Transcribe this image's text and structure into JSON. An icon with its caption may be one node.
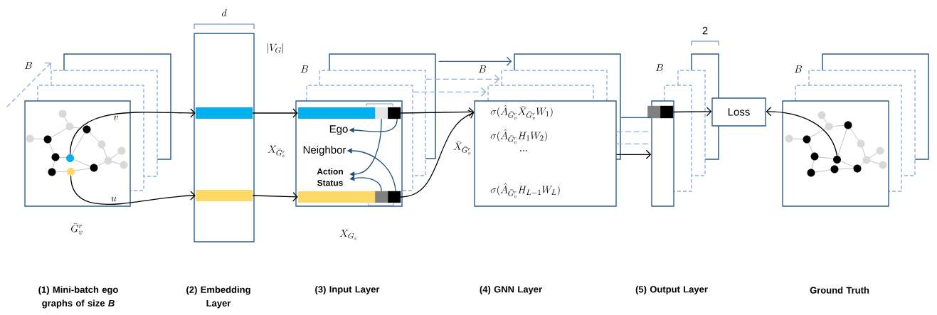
{
  "diagram": {
    "nodes": [
      {
        "text": [],
        "shape": "box",
        "beside": [
          "\\bar{G}_v^r"
        ]
      },
      {
        "text": [],
        "shape": "circle",
        "in": 0
      },
      {
        "text": [],
        "shape": "circle",
        "in": 0
      },
      {
        "text": [],
        "shape": "box"
      },
      {
        "text": [],
        "shape": "bar",
        "in": 3
      },
      {
        "text": [],
        "shape": "bar",
        "in": 3
      },
      {
        "text": [],
        "shape": "box",
        "beside": [
          "X_{G_v}"
        ]
      },
      {
        "text": [],
        "shape": "bar",
        "in": 6
      },
      {
        "text": [],
        "shape": "bar",
        "in": 6
      },
      {
        "text": [
          "Ego"
        ],
        "in": 6
      },
      {
        "text": [
          "Neighbor"
        ],
        "in": 6
      },
      {
        "text": [
          "Action Status"
        ],
        "in": 6
      },
      {
        "text": [
          "\\sigma(\\hat{A}_{\\bar{G}_v^r}\\bar{X}_{\\bar{G}_v^r}W_1)",
          "\\sigma(\\hat{A}_{\\bar{G}_v^r}H_1W_2)",
          "...",
          "\\sigma(\\hat{A}_{\\bar{G}_v^r}H_{L-1}W_L)"
        ]
      },
      {
        "text": [],
        "shape": "box"
      },
      {
        "text": [],
        "shape": "bar",
        "in": 13
      },
      {
        "text": [
          "Loss"
        ]
      },
      {
        "text": [],
        "shape": "box"
      },
      {
        "text": [],
        "shape": "circle",
        "in": 16
      }
    ],
    "edges": [
      {
        "from": 1,
        "to": 4,
        "arrow": "to",
        "label": "v"
      },
      {
        "from": 2,
        "to": 5,
        "arrow": "to",
        "label": "u"
      },
      {
        "from": 4,
        "to": 7,
        "arrow": "to"
      },
      {
        "from": 5,
        "to": 8,
        "arrow": "to"
      },
      {
        "from": 7,
        "to": 9,
        "arrow": "to",
        "color": "#1f4e79"
      },
      {
        "from": 7,
        "to": 11,
        "arrow": "to",
        "color": "#1f4e79"
      },
      {
        "from": 8,
        "to": 11,
        "arrow": "to",
        "color": "#1f4e79"
      },
      {
        "from": 8,
        "to": 10,
        "arrow": "to",
        "color": "#1f4e79"
      },
      {
        "from": 7,
        "to": 12,
        "arrow": "to"
      },
      {
        "from": 8,
        "to": 12,
        "arrow": "to",
        "label": "\\bar{X}_{\\bar{G}_v^r}"
      },
      {
        "from": 12,
        "to": 13,
        "arrow": "to"
      },
      {
        "from": 14,
        "to": 15,
        "arrow": "to"
      },
      {
        "from": 17,
        "to": 15,
        "arrow": "to"
      },
      {
        "from": 6,
        "to": 12,
        "arrow": "to",
        "color": "#2e5e8c"
      },
      {
        "from": 6,
        "to": 12,
        "arrow": "to",
        "style": "dashed",
        "color": "#8faadc"
      },
      {
        "from": 6,
        "to": 12,
        "arrow": "to",
        "style": "dashed",
        "color": "#8faadc"
      },
      {
        "from": 12,
        "to": 13,
        "arrow": "none",
        "color": "#2e5e8c"
      },
      {
        "from": 12,
        "to": 13,
        "arrow": "none",
        "style": "dashed",
        "color": "#8faadc"
      },
      {
        "from": 12,
        "to": 13,
        "arrow": "none",
        "style": "dashed",
        "color": "#8faadc"
      }
    ],
    "labels": [
      "d",
      "2",
      "|V_G|",
      "B",
      "B",
      "B",
      "B",
      "B",
      "X_{\\bar{G}_v^r}",
      "(1) Mini-batch ego graphs of size *B*",
      "(2) Embedding Layer",
      "(3) Input Layer",
      "(4) GNN Layer",
      "(5) Output Layer",
      "Ground Truth"
    ]
  }
}
